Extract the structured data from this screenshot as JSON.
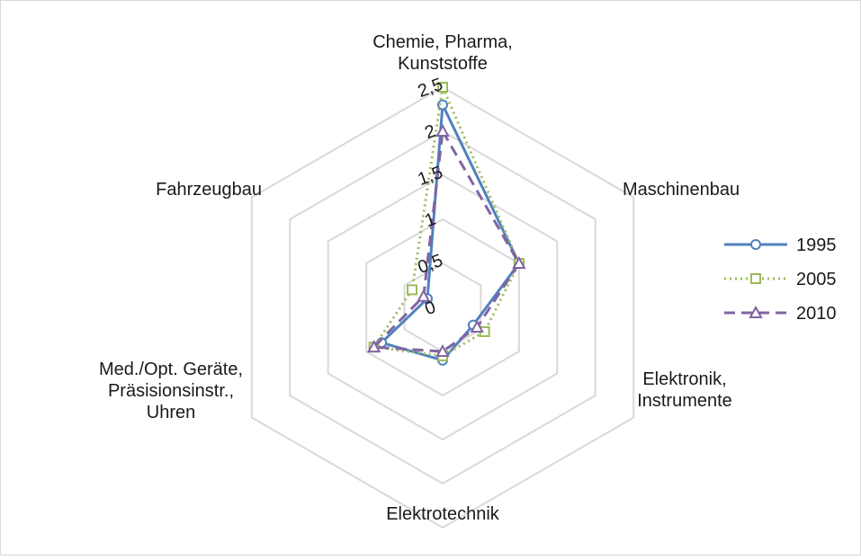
{
  "chart_data": {
    "type": "radar",
    "categories": [
      "Chemie, Pharma, Kunststoffe",
      "Maschinenbau",
      "Elektronik, Instrumente",
      "Elektrotechnik",
      "Med./Opt. Geräte, Präsisionsinstr., Uhren",
      "Fahrzeugbau"
    ],
    "category_lines": [
      [
        "Chemie, Pharma,",
        "Kunststoffe"
      ],
      [
        "Maschinenbau"
      ],
      [
        "Elektronik,",
        "Instrumente"
      ],
      [
        "Elektrotechnik"
      ],
      [
        "Med./Opt. Geräte,",
        "Präsisionsinstr.,",
        "Uhren"
      ],
      [
        "Fahrzeugbau"
      ]
    ],
    "rlim": [
      0,
      2.5
    ],
    "ticks": [
      "0",
      "0,5",
      "1",
      "1,5",
      "2",
      "2,5"
    ],
    "tick_values": [
      0,
      0.5,
      1,
      1.5,
      2,
      2.5
    ],
    "grid": true,
    "legend_position": "right",
    "series": [
      {
        "name": "1995",
        "values": [
          2.3,
          1.0,
          0.4,
          0.6,
          0.8,
          0.2
        ],
        "color": "#4f81bd",
        "dash": "solid",
        "marker": "circle"
      },
      {
        "name": "2005",
        "values": [
          2.5,
          1.0,
          0.55,
          0.55,
          0.9,
          0.4
        ],
        "color": "#9bbb59",
        "dash": "dotted",
        "marker": "square"
      },
      {
        "name": "2010",
        "values": [
          2.0,
          1.0,
          0.45,
          0.5,
          0.9,
          0.25
        ],
        "color": "#8064a2",
        "dash": "dashed",
        "marker": "triangle"
      }
    ]
  }
}
